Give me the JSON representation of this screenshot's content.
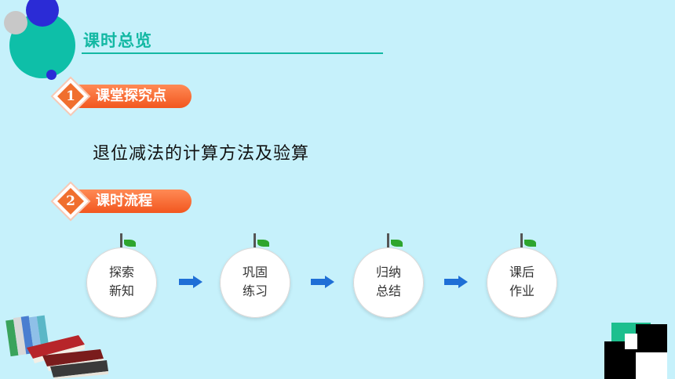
{
  "header": {
    "title": "课时总览"
  },
  "sections": [
    {
      "number": "1",
      "label": "课堂探究点",
      "content": "退位减法的计算方法及验算"
    },
    {
      "number": "2",
      "label": "课时流程"
    }
  ],
  "flow": {
    "steps": [
      {
        "label": "探索\n新知"
      },
      {
        "label": "巩固\n练习"
      },
      {
        "label": "归纳\n总结"
      },
      {
        "label": "课后\n作业"
      }
    ],
    "arrow_icon": "right-arrow-icon"
  },
  "colors": {
    "background": "#c6f1fb",
    "accent_teal": "#13b8a3",
    "badge_orange": "#f2571f",
    "arrow_blue": "#1f6fd6"
  }
}
